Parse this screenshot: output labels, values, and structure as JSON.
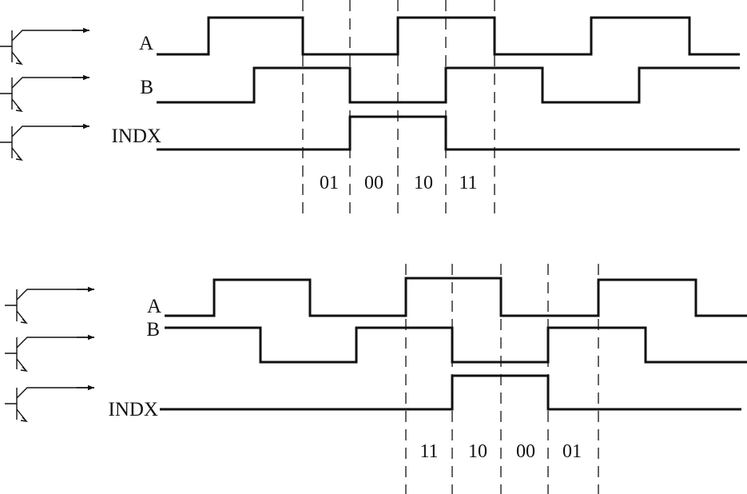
{
  "panels": [
    {
      "id": "top",
      "signals": [
        {
          "label": "A"
        },
        {
          "label": "B"
        },
        {
          "label": "INDX"
        }
      ],
      "states": [
        "01",
        "00",
        "10",
        "11"
      ]
    },
    {
      "id": "bottom",
      "signals": [
        {
          "label": "A"
        },
        {
          "label": "B"
        },
        {
          "label": "INDX"
        }
      ],
      "states": [
        "11",
        "10",
        "00",
        "01"
      ]
    }
  ],
  "icon": "npn-transistor-icon"
}
